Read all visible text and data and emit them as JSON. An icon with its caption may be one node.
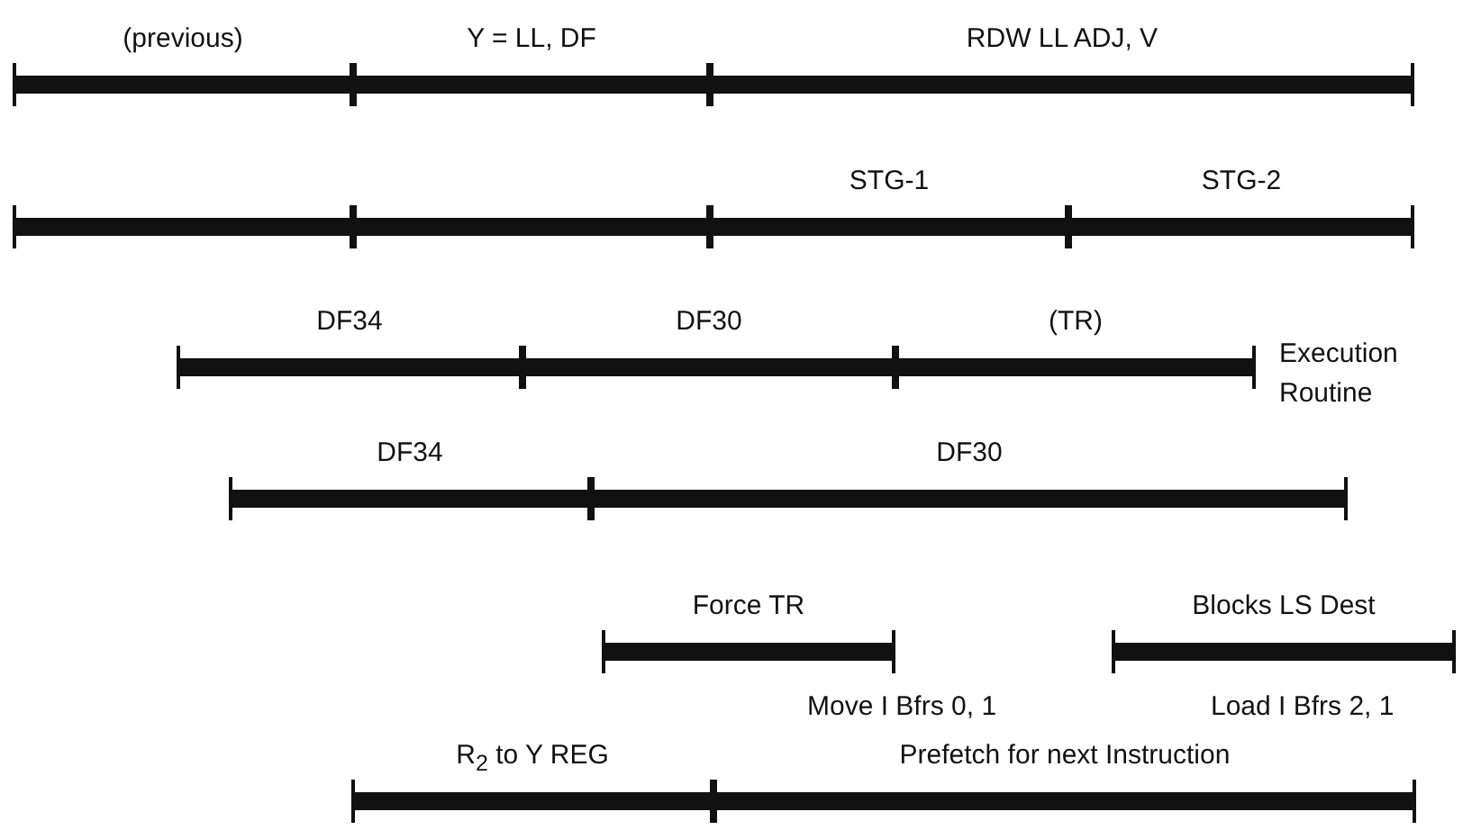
{
  "diagram": {
    "nodes": [
      {
        "text": [
          "(previous)"
        ]
      },
      {
        "text": [
          "Y = LL, DF"
        ]
      },
      {
        "text": [
          "RDW LL ADJ, V"
        ]
      },
      {
        "text": [],
        "shape": "bar"
      },
      {
        "text": [],
        "shape": "bar"
      },
      {
        "text": [
          "STG-1"
        ]
      },
      {
        "text": [
          "STG-2"
        ]
      },
      {
        "text": [
          "DF34"
        ]
      },
      {
        "text": [
          "DF30"
        ]
      },
      {
        "text": [
          "(TR)"
        ]
      },
      {
        "text": [
          "DF34"
        ]
      },
      {
        "text": [
          "DF30"
        ]
      },
      {
        "text": [
          "Force TR"
        ]
      },
      {
        "text": [
          "Blocks LS Dest"
        ]
      },
      {
        "text": [
          "R$_{2}$ to Y REG"
        ]
      },
      {
        "text": [
          "Prefetch for next Instruction"
        ]
      }
    ],
    "labels": [
      "Execution Routine",
      "Move I Bfrs 0, 1",
      "Load I Bfrs 2, 1"
    ]
  }
}
